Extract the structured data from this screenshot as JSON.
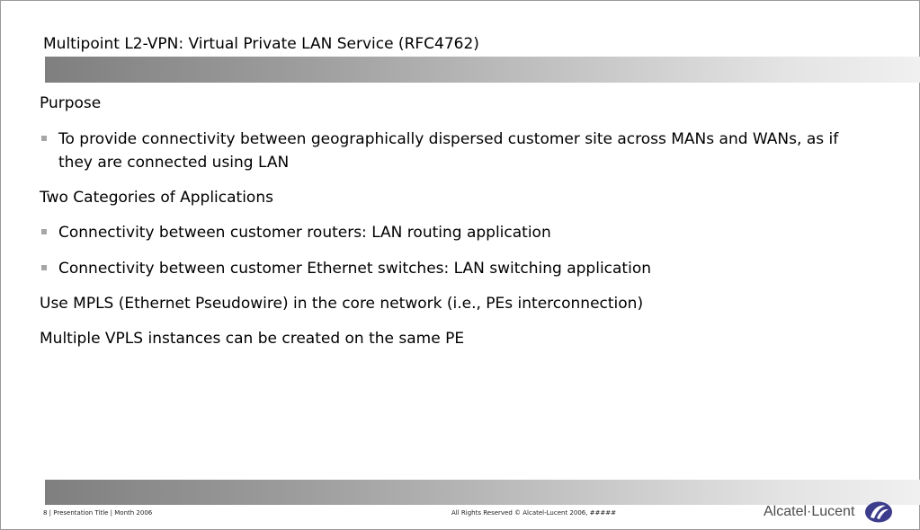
{
  "slide": {
    "title": "Multipoint L2-VPN: Virtual Private LAN Service (RFC4762)",
    "body": {
      "heading_purpose": "Purpose",
      "bullet_purpose": "To provide connectivity between geographically dispersed customer site across MANs and WANs, as if they are connected using LAN",
      "heading_categories": "Two Categories of Applications",
      "bullet_routing": "Connectivity between customer routers: LAN routing application",
      "bullet_switching": "Connectivity between customer Ethernet switches: LAN switching application",
      "line_mpls": "Use MPLS (Ethernet Pseudowire) in the core network (i.e., PEs interconnection)",
      "line_instances": "Multiple VPLS instances can be created on the same PE"
    }
  },
  "footer": {
    "left_text": "8 | Presentation Title | Month 2006",
    "center_text": "All Rights Reserved © Alcatel-Lucent 2006, #####",
    "logo_text": "Alcatel·Lucent"
  },
  "colors": {
    "bar_gradient_start": "#7f7f7f",
    "bar_gradient_end": "#f0f0f0",
    "bullet": "#a6a6a6",
    "logo_mark": "#3c3c8c"
  }
}
